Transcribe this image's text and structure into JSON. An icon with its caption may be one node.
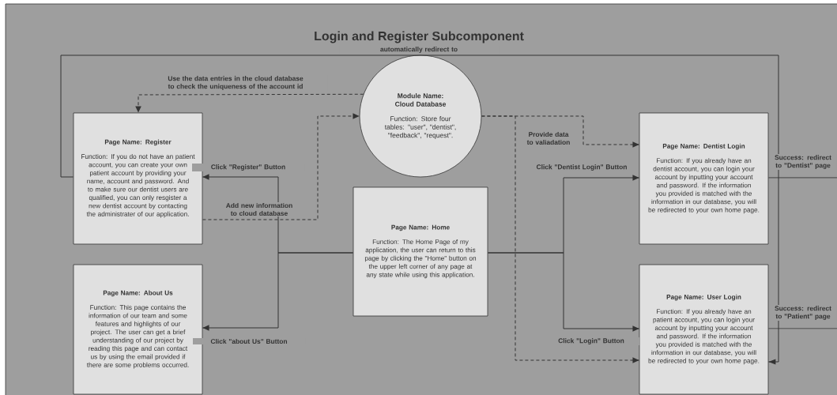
{
  "diagram": {
    "title": "Login and Register Subcomponent",
    "nodes": [
      {
        "text": [
          "Module Name: Cloud Database",
          "Function: Store four tables: \"user\", \"dentist\", \"feedback\", \"request\"."
        ]
      },
      {
        "text": [
          "Page Name: Register",
          "Function: If you do not have an patient account, you can create your own patient account by providing your name, account and password. And to make sure our dentist users are qualified, you can only resgister a new dentist account by contacting the administrater of our application."
        ]
      },
      {
        "text": [
          "Page Name: Home",
          "Function: The Home Page of my application, the user can return to this page by clicking the \"Home\" button on the upper left corner of any page at any state while using this application."
        ]
      },
      {
        "text": [
          "Page Name: Dentist Login",
          "Function: If you already have an dentist account, you can login your account by inputting your account and password. If the information you provided is matched with the information in our database, you will be redirected to your own home page."
        ]
      },
      {
        "text": [
          "Page Name: About Us",
          "Function: This page contains the information of our team and some features and highlights of our project. The user can get a brief understanding of our project by reading this page and can contact us by using the email provided if there are some problems occurred."
        ]
      },
      {
        "text": [
          "Page Name: User Login",
          "Function: If you already have an patient account, you can login your account by inputting your account and password. If the information you provided is matched with the information in our database, you will be redirected to your own home page."
        ]
      }
    ],
    "edges": [
      {
        "from": 1,
        "to": 5,
        "arrow": "to",
        "label": "automatically redirect to"
      },
      {
        "from": 0,
        "to": 1,
        "arrow": "to",
        "style": "dashed",
        "label": "Use the data entries in the cloud database to check the uniqueness of the account id"
      },
      {
        "from": 1,
        "to": 0,
        "arrow": "to",
        "style": "dashed",
        "label": "Add new information to cloud database"
      },
      {
        "from": 0,
        "to": 3,
        "arrow": "to",
        "style": "dashed",
        "label": "Provide data to valiadation"
      },
      {
        "from": 0,
        "to": 5,
        "arrow": "to",
        "style": "dashed"
      },
      {
        "from": 2,
        "to": 1,
        "arrow": "to",
        "label": "Click \"Register\" Button"
      },
      {
        "from": 2,
        "to": 4,
        "arrow": "to",
        "label": "Click \"about Us\" Button"
      },
      {
        "from": 2,
        "to": 3,
        "arrow": "to",
        "label": "Click \"Dentist Login\" Button"
      },
      {
        "from": 2,
        "to": 5,
        "arrow": "to",
        "label": "Click \"Login\" Button"
      },
      {
        "from": 3,
        "to": null,
        "arrow": "none",
        "label": "Success: redirect to \"Dentist\" page"
      },
      {
        "from": 5,
        "to": null,
        "arrow": "none",
        "label": "Success: redirect to \"Patient\" page"
      }
    ]
  }
}
